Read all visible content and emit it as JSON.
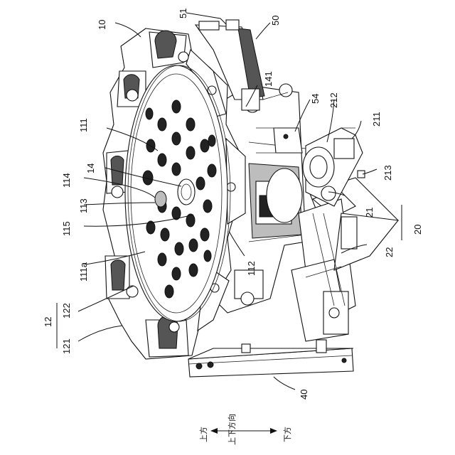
{
  "labels": {
    "l10": "10",
    "l51": "51",
    "l50": "50",
    "l141": "141",
    "l54": "54",
    "l212": "212",
    "l111": "111",
    "l211": "211",
    "l14": "14",
    "l114": "114",
    "l213": "213",
    "l113": "113",
    "l21": "21",
    "l20": "20",
    "l115": "115",
    "l22": "22",
    "l111a": "111a",
    "l112": "112",
    "l12": "12",
    "l122": "122",
    "l121": "121",
    "l40": "40"
  },
  "direction": {
    "upper": "上方",
    "lower": "下方",
    "axis": "上下方向"
  }
}
